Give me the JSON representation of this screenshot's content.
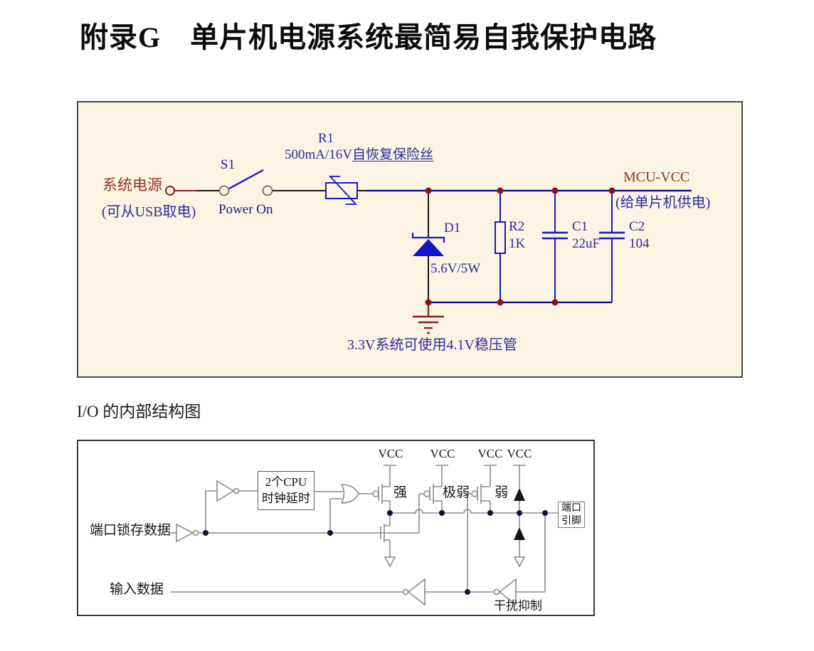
{
  "title": "附录G　单片机电源系统最简易自我保护电路",
  "power_circuit": {
    "source_label": "系统电源",
    "source_note": "(可从USB取电)",
    "switch_ref": "S1",
    "switch_caption": "Power On",
    "fuse_ref": "R1",
    "fuse_desc_plain": "500mA/16V",
    "fuse_desc_underlined": "自恢复保险丝",
    "zener_ref": "D1",
    "zener_spec": "5.6V/5W",
    "resistor_ref": "R2",
    "resistor_value": "1K",
    "cap1_ref": "C1",
    "cap1_value": "22uF",
    "cap2_ref": "C2",
    "cap2_value": "104",
    "output_label": "MCU-VCC",
    "output_note": "(给单片机供电)",
    "bottom_note": "3.3V系统可使用4.1V稳压管",
    "colors": {
      "panel_bg": "#FBF4E2",
      "wire_navy": "#00008C",
      "component_blue": "#1717CE",
      "label_blue": "#2B2BA0",
      "label_red": "#943126",
      "junction_red": "#8F1010"
    }
  },
  "io_diagram": {
    "heading": "I/O 的内部结构图",
    "vcc_labels": [
      "VCC",
      "VCC",
      "VCC",
      "VCC"
    ],
    "pmos_labels": {
      "strong": "强",
      "very_weak": "极弱",
      "weak": "弱"
    },
    "latch_label": "端口锁存数据",
    "input_label": "输入数据",
    "delay_box": {
      "line1": "2个CPU",
      "line2": "时钟延时"
    },
    "pin_box": {
      "line1": "端口",
      "line2": "引脚"
    },
    "noise_label": "干扰抑制",
    "line_color": "#8a8a8a"
  }
}
